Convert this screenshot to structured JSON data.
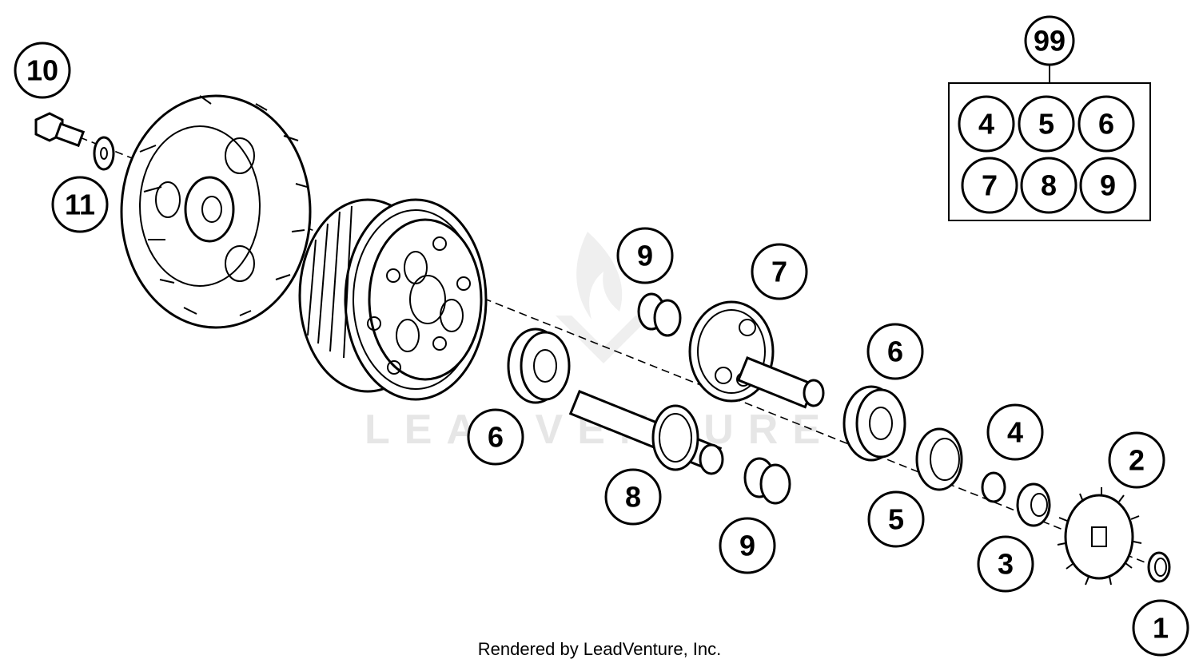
{
  "watermark": "LEADVENTURE",
  "footer": "Rendered by LeadVenture, Inc.",
  "kit": {
    "number": "99",
    "items": [
      "4",
      "5",
      "6",
      "7",
      "8",
      "9"
    ]
  },
  "callouts": [
    {
      "id": "c10",
      "label": "10"
    },
    {
      "id": "c11",
      "label": "11"
    },
    {
      "id": "c9a",
      "label": "9"
    },
    {
      "id": "c7",
      "label": "7"
    },
    {
      "id": "c6a",
      "label": "6"
    },
    {
      "id": "c6b",
      "label": "6"
    },
    {
      "id": "c8",
      "label": "8"
    },
    {
      "id": "c9b",
      "label": "9"
    },
    {
      "id": "c4",
      "label": "4"
    },
    {
      "id": "c5",
      "label": "5"
    },
    {
      "id": "c2",
      "label": "2"
    },
    {
      "id": "c3",
      "label": "3"
    },
    {
      "id": "c1",
      "label": "1"
    }
  ]
}
